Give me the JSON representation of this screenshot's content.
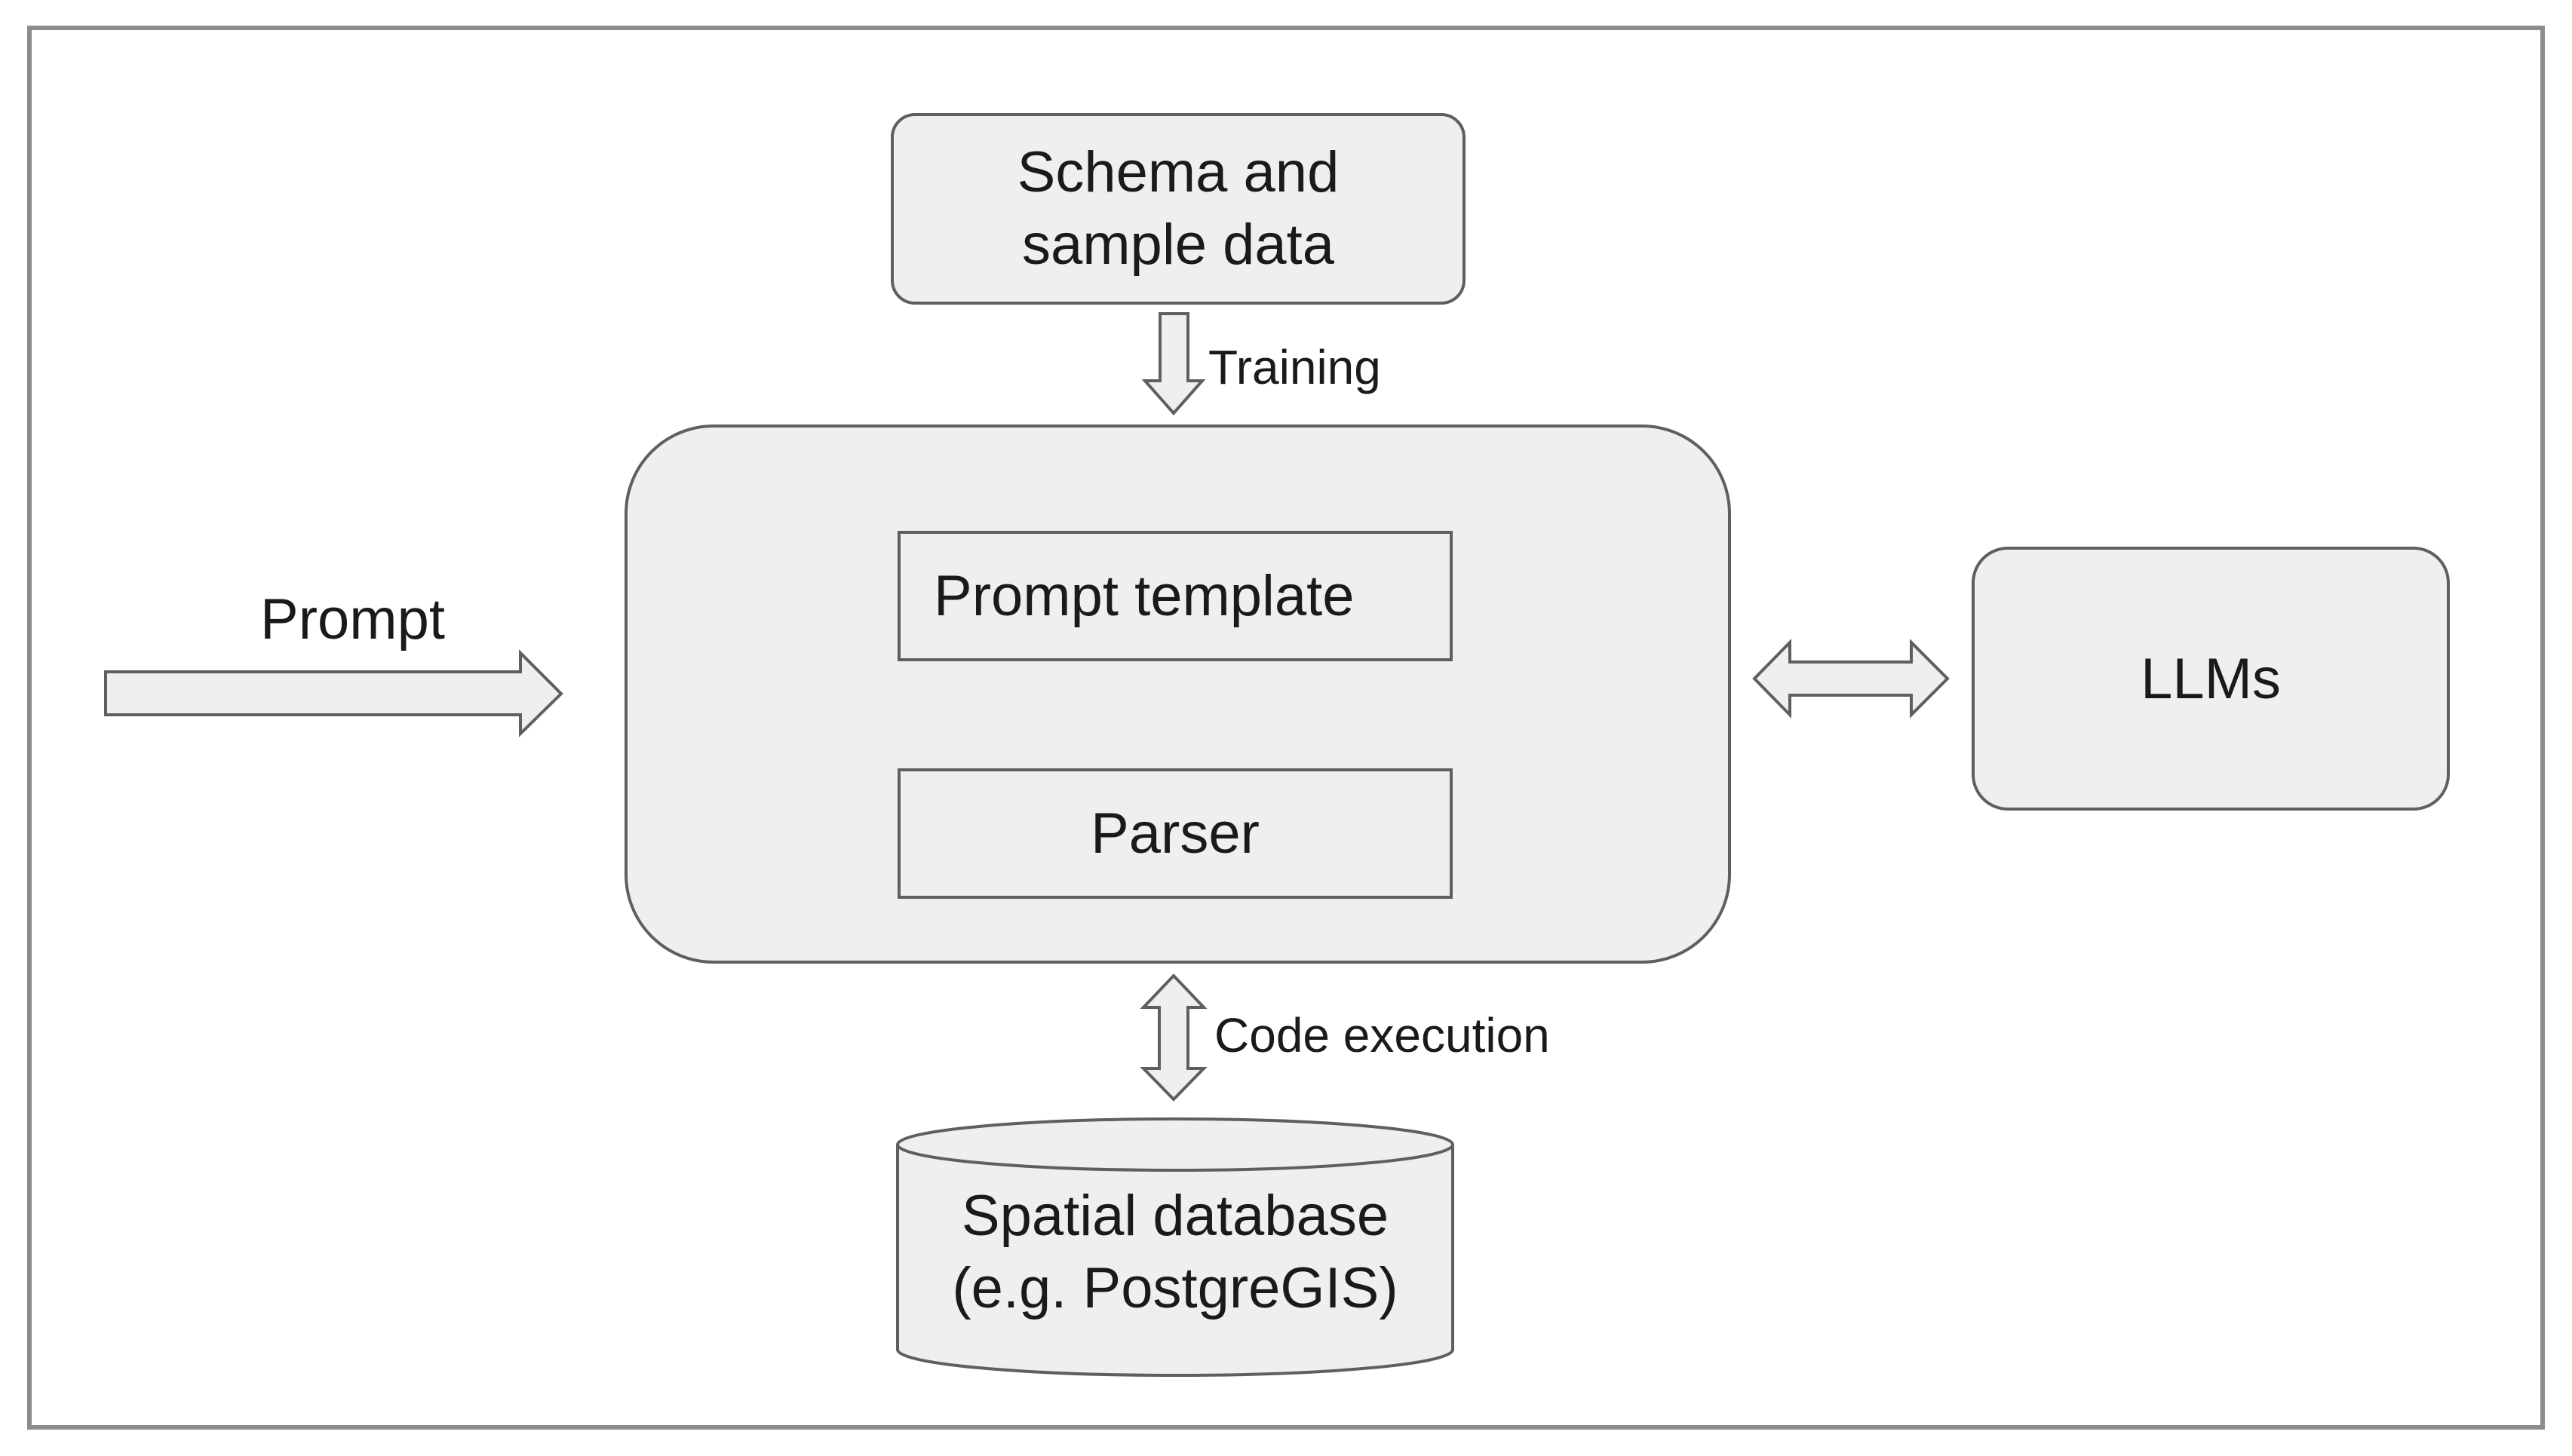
{
  "diagram": {
    "schema_box": {
      "line1": "Schema and",
      "line2": "sample data"
    },
    "training_label": "Training",
    "prompt_label": "Prompt",
    "prompt_template_label": "Prompt template",
    "parser_label": "Parser",
    "llms_label": "LLMs",
    "code_execution_label": "Code execution",
    "database": {
      "line1": "Spatial database",
      "line2": "(e.g. PostgreGIS)"
    },
    "colors": {
      "box_fill": "#efefef",
      "stroke": "#5f5f5f",
      "text": "#1a1a1a",
      "frame": "#8c8c8c"
    }
  }
}
